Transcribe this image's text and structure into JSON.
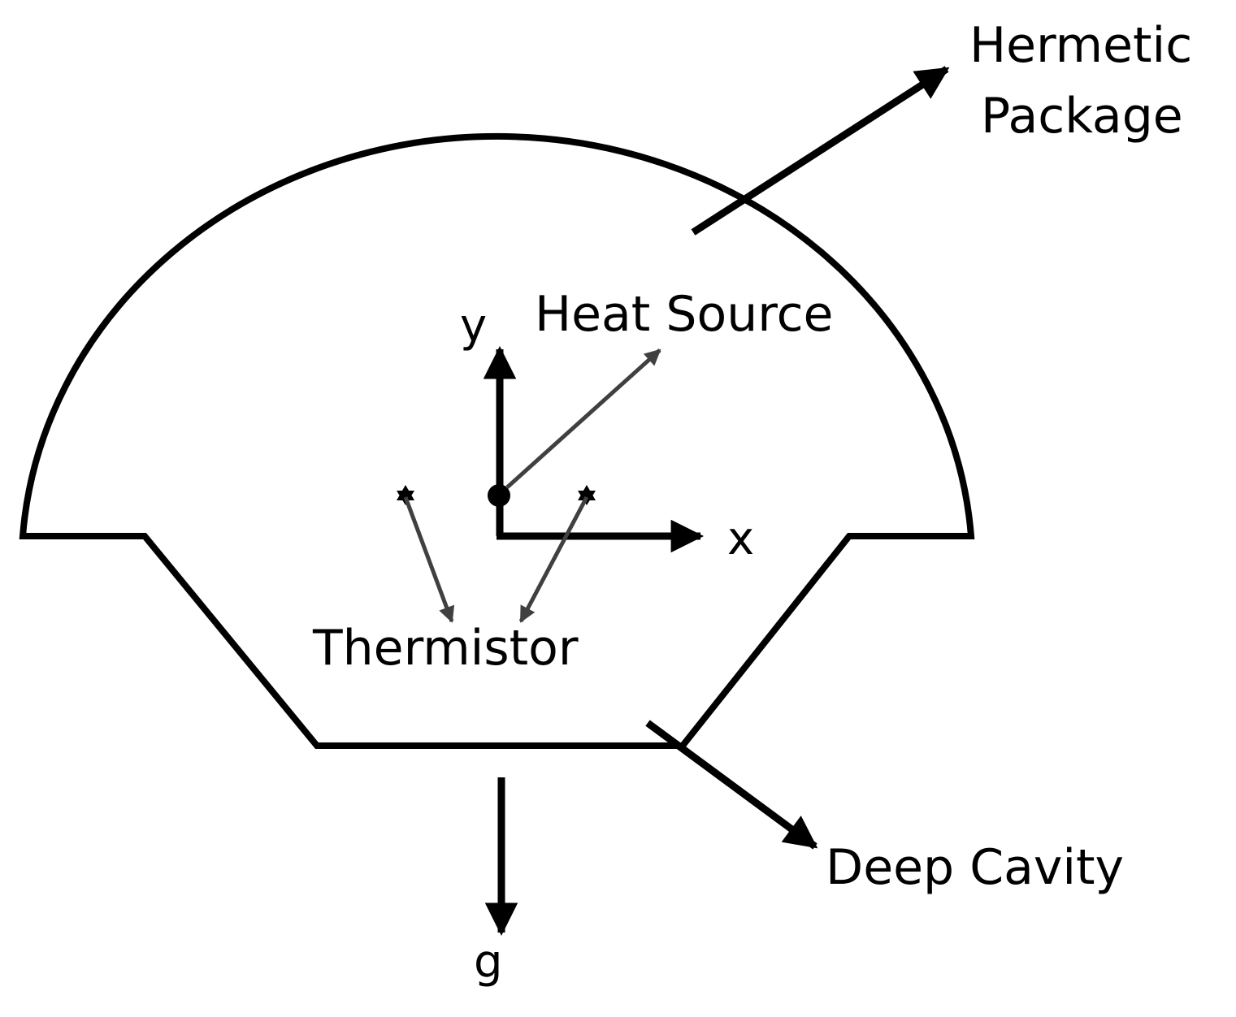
{
  "labels": {
    "hermetic_line1": "Hermetic",
    "hermetic_line2": "Package",
    "heat_source": "Heat Source",
    "thermistor": "Thermistor",
    "deep_cavity": "Deep Cavity",
    "axis_x": "x",
    "axis_y": "y",
    "gravity": "g"
  },
  "colors": {
    "outline": "#000000",
    "pointer": "#404040",
    "background": "#ffffff"
  }
}
